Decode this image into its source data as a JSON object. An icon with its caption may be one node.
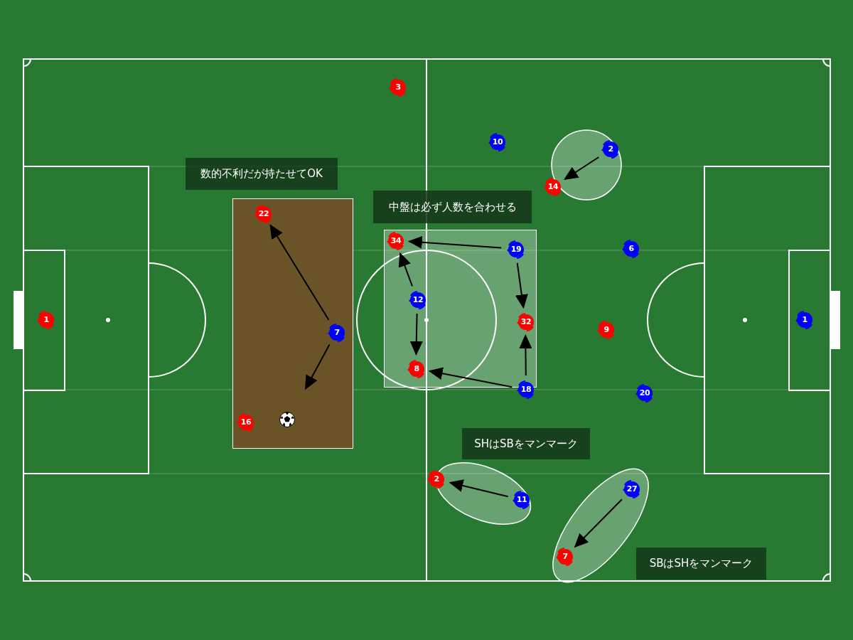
{
  "diagram": {
    "nodes": [
      {
        "text": [
          "数的不利だが持たせてOK"
        ]
      },
      {
        "text": [],
        "shape": "box"
      },
      {
        "text": [
          "22"
        ],
        "in": 1
      },
      {
        "text": [
          "7"
        ],
        "in": 1
      },
      {
        "text": [
          "16"
        ],
        "in": 1
      },
      {
        "text": [
          "中盤は必ず人数を合わせる"
        ]
      },
      {
        "text": [],
        "shape": "box"
      },
      {
        "text": [
          "34"
        ],
        "in": 6
      },
      {
        "text": [
          "19"
        ],
        "in": 6
      },
      {
        "text": [
          "12"
        ],
        "in": 6
      },
      {
        "text": [
          "32"
        ],
        "in": 6
      },
      {
        "text": [
          "8"
        ],
        "in": 6
      },
      {
        "text": [
          "18"
        ]
      },
      {
        "text": [
          "3"
        ]
      },
      {
        "text": [
          "10"
        ]
      },
      {
        "text": [],
        "shape": "circle"
      },
      {
        "text": [
          "2"
        ],
        "in": 15
      },
      {
        "text": [
          "14"
        ]
      },
      {
        "text": [
          "6"
        ]
      },
      {
        "text": [
          "1"
        ]
      },
      {
        "text": [
          "9"
        ]
      },
      {
        "text": [
          "20"
        ]
      },
      {
        "text": [
          "1"
        ]
      },
      {
        "text": [
          "SHはSBをマンマーク"
        ]
      },
      {
        "text": [],
        "shape": "ellipse"
      },
      {
        "text": [
          "2"
        ],
        "in": 24
      },
      {
        "text": [
          "11"
        ],
        "in": 24
      },
      {
        "text": [],
        "shape": "ellipse"
      },
      {
        "text": [
          "27"
        ],
        "in": 27
      },
      {
        "text": [
          "7"
        ],
        "in": 27
      },
      {
        "text": [
          "SBはSHをマンマーク"
        ]
      }
    ],
    "edges": [
      {
        "from": 3,
        "to": 2,
        "arrow": "to"
      },
      {
        "from": 3,
        "to": null,
        "arrow": "to"
      },
      {
        "from": 8,
        "to": 7,
        "arrow": "to"
      },
      {
        "from": 9,
        "to": 7,
        "arrow": "to"
      },
      {
        "from": 9,
        "to": 11,
        "arrow": "to"
      },
      {
        "from": 8,
        "to": 10,
        "arrow": "to"
      },
      {
        "from": 12,
        "to": 10,
        "arrow": "to"
      },
      {
        "from": 12,
        "to": 11,
        "arrow": "to"
      },
      {
        "from": 16,
        "to": 17,
        "arrow": "to"
      },
      {
        "from": 26,
        "to": 25,
        "arrow": "to"
      },
      {
        "from": 28,
        "to": 29,
        "arrow": "to"
      }
    ]
  }
}
